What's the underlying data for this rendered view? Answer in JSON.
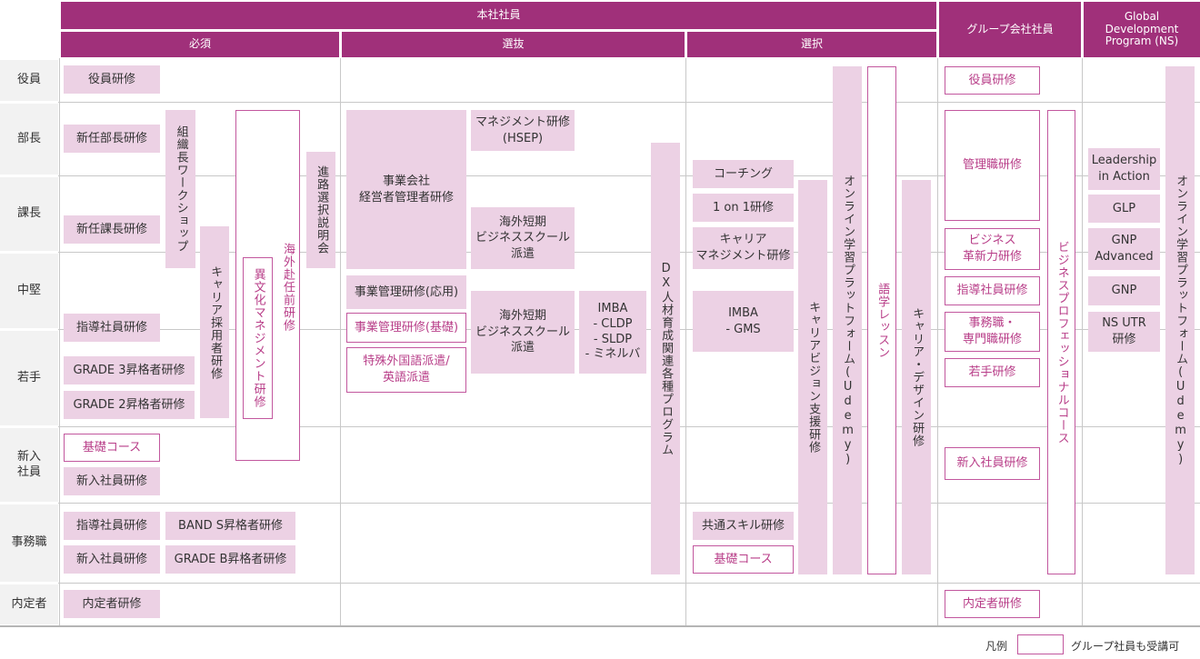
{
  "headers": {
    "honsha": "本社社員",
    "hissu": "必須",
    "senbatsu": "選抜",
    "sentaku": "選択",
    "group": "グループ会社社員",
    "gdp": "Global Development Program (NS)"
  },
  "rows": [
    "役員",
    "部長",
    "課長",
    "中堅",
    "若手",
    "新入社員",
    "事務職",
    "内定者"
  ],
  "boxes": {
    "yakuin_kenshu": "役員研修",
    "shinnin_bucho": "新任部長研修",
    "shinnin_kacho": "新任課長研修",
    "soshikicho_ws": "組織長ワークショップ",
    "career_saiyo": "キャリア採用者研修",
    "kaigai_funin": "海外赴任前研修",
    "ibunka": "異文化マネジメント研修",
    "shinro_setsumei": "進路選択説明会",
    "shido_shain": "指導社員研修",
    "grade3": "GRADE 3昇格者研修",
    "grade2": "GRADE 2昇格者研修",
    "kiso_course": "基礎コース",
    "shinnyu_shain": "新入社員研修",
    "jimu_shido": "指導社員研修",
    "jimu_shinnyu": "新入社員研修",
    "band_s": "BAND S昇格者研修",
    "grade_b": "GRADE B昇格者研修",
    "naitei": "内定者研修",
    "jigyo_kaisha": "事業会社\n経営者管理者研修",
    "management_hsep": "マネジメント研修\n(HSEP)",
    "kaigai_tanki_1": "海外短期\nビジネススクール\n派遣",
    "jigyo_kanri_oyo": "事業管理研修(応用)",
    "jigyo_kanri_kiso": "事業管理研修(基礎)",
    "tokushu_gaikoku": "特殊外国語派遣/\n英語派遣",
    "kaigai_tanki_2": "海外短期\nビジネススクール\n派遣",
    "imba_group": "IMBA\n- CLDP\n- SLDP\n- ミネルバ",
    "dx_jinzai": "DX人材育成関連各種プログラム",
    "coaching": "コーチング",
    "one_on_one": "1 on 1研修",
    "career_mgmt": "キャリア\nマネジメント研修",
    "imba_gms": "IMBA\n- GMS",
    "kyotsu_skill": "共通スキル研修",
    "kiso_course_2": "基礎コース",
    "career_vision": "キャリアビジョン支援研修",
    "online_udemy": "オンライン学習プラットフォーム(Udemy)",
    "gogaku": "語学レッスン",
    "career_design": "キャリア・デザイン研修",
    "g_yakuin": "役員研修",
    "g_kanrishoku": "管理職研修",
    "g_business": "ビジネス\n革新力研修",
    "g_shido": "指導社員研修",
    "g_jimushoku": "事務職・\n専門職研修",
    "g_wakate": "若手研修",
    "g_shinnyu": "新入社員研修",
    "g_naitei": "内定者研修",
    "g_biz_pro": "ビジネスプロフェッショナルコース",
    "ns_leadership": "Leadership\nin Action",
    "ns_glp": "GLP",
    "ns_gnp_adv": "GNP\nAdvanced",
    "ns_gnp": "GNP",
    "ns_utr": "NS UTR\n研修",
    "ns_online": "オンライン学習プラットフォーム(Udemy)"
  },
  "legend": {
    "label": "凡例",
    "desc": "グループ社員も受講可"
  },
  "colors": {
    "header": "#a0307a",
    "fill": "#ecd1e4",
    "outline": "#c2579e"
  }
}
